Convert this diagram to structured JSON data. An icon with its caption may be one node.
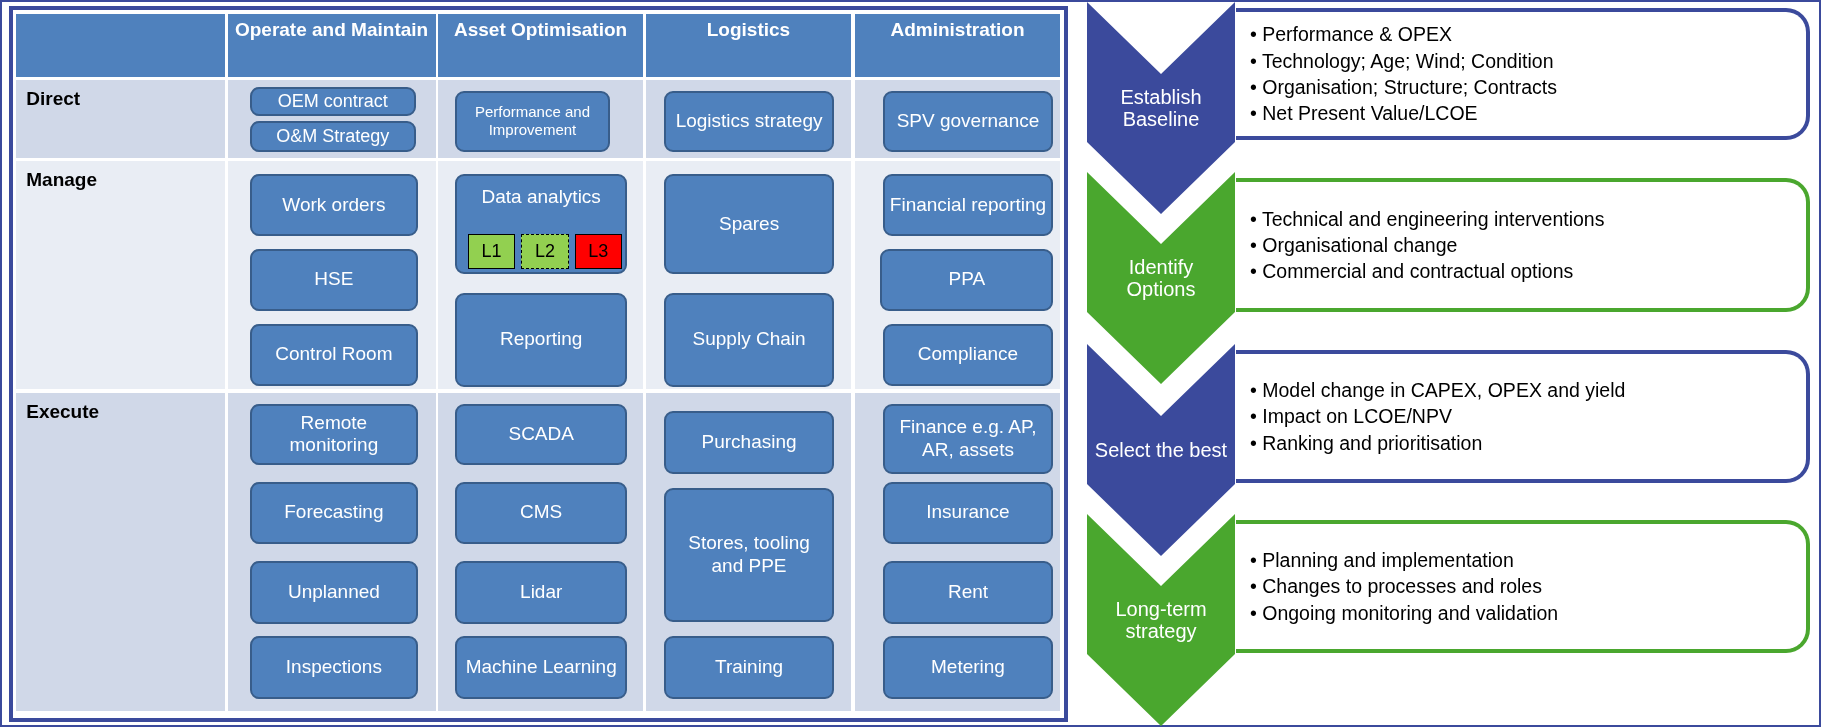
{
  "diagram": {
    "nodes": [
      {
        "text": [
          "OEM contract"
        ]
      },
      {
        "text": [
          "O&M Strategy"
        ]
      },
      {
        "text": [
          "Performance and Improvement"
        ]
      },
      {
        "text": [
          "Logistics strategy"
        ]
      },
      {
        "text": [
          "SPV governance"
        ]
      },
      {
        "text": [
          "Work orders"
        ]
      },
      {
        "text": [
          "HSE"
        ]
      },
      {
        "text": [
          "Control Room"
        ]
      },
      {
        "text": [
          "Data analytics"
        ]
      },
      {
        "text": [
          "L1"
        ],
        "in": 8
      },
      {
        "text": [
          "L2"
        ],
        "in": 8
      },
      {
        "text": [
          "L3"
        ],
        "in": 8
      },
      {
        "text": [
          "Reporting"
        ]
      },
      {
        "text": [
          "Spares"
        ]
      },
      {
        "text": [
          "Supply Chain"
        ]
      },
      {
        "text": [
          "Financial reporting"
        ]
      },
      {
        "text": [
          "PPA"
        ]
      },
      {
        "text": [
          "Compliance"
        ]
      },
      {
        "text": [
          "Remote monitoring"
        ]
      },
      {
        "text": [
          "Forecasting"
        ]
      },
      {
        "text": [
          "Unplanned"
        ]
      },
      {
        "text": [
          "Inspections"
        ]
      },
      {
        "text": [
          "SCADA"
        ]
      },
      {
        "text": [
          "CMS"
        ]
      },
      {
        "text": [
          "Lidar"
        ]
      },
      {
        "text": [
          "Machine Learning"
        ]
      },
      {
        "text": [
          "Purchasing"
        ]
      },
      {
        "text": [
          "Stores, tooling and PPE"
        ]
      },
      {
        "text": [
          "Training"
        ]
      },
      {
        "text": [
          "Finance e.g. AP, AR, assets"
        ]
      },
      {
        "text": [
          "Insurance"
        ]
      },
      {
        "text": [
          "Rent"
        ]
      },
      {
        "text": [
          "Metering"
        ]
      },
      {
        "text": [
          "Establish Baseline"
        ]
      },
      {
        "text": [
          "• Performance & OPEX",
          "• Technology; Age; Wind; Condition",
          "• Organisation; Structure; Contracts",
          "• Net Present Value/LCOE"
        ]
      },
      {
        "text": [
          "Identify Options"
        ]
      },
      {
        "text": [
          "• Technical and engineering interventions",
          "• Organisational change",
          "• Commercial and contractual options"
        ]
      },
      {
        "text": [
          "Select the best"
        ]
      },
      {
        "text": [
          "• Model change in CAPEX, OPEX and yield",
          "• Impact on LCOE/NPV",
          "• Ranking and prioritisation"
        ]
      },
      {
        "text": [
          "Long-term strategy"
        ]
      },
      {
        "text": [
          "• Planning and implementation",
          "• Changes to processes and roles",
          "• Ongoing monitoring and validation"
        ]
      }
    ],
    "labels": [
      "Operate and Maintain",
      "Asset Optimisation",
      "Logistics",
      "Administration",
      "Direct",
      "Manage",
      "Execute"
    ]
  }
}
